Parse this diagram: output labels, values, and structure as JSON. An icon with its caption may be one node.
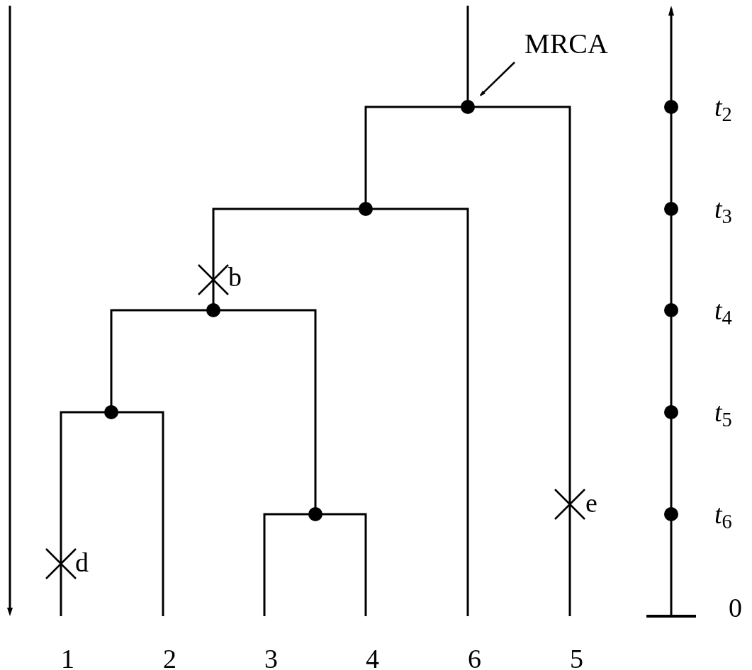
{
  "diagram": {
    "nodes": [
      {
        "text": [
          "MRCA"
        ]
      },
      {
        "text": [],
        "shape": "circle"
      }
    ],
    "edges": [
      {
        "from": 0,
        "to": 1,
        "arrow": "to"
      }
    ],
    "labels": [
      "*t*$_{2}$",
      "*t*$_{3}$",
      "b",
      "*t*$_{4}$",
      "*t*$_{5}$",
      "e",
      "*t*$_{6}$",
      "d",
      "0",
      "1",
      "2",
      "3",
      "4",
      "6",
      "5"
    ]
  }
}
